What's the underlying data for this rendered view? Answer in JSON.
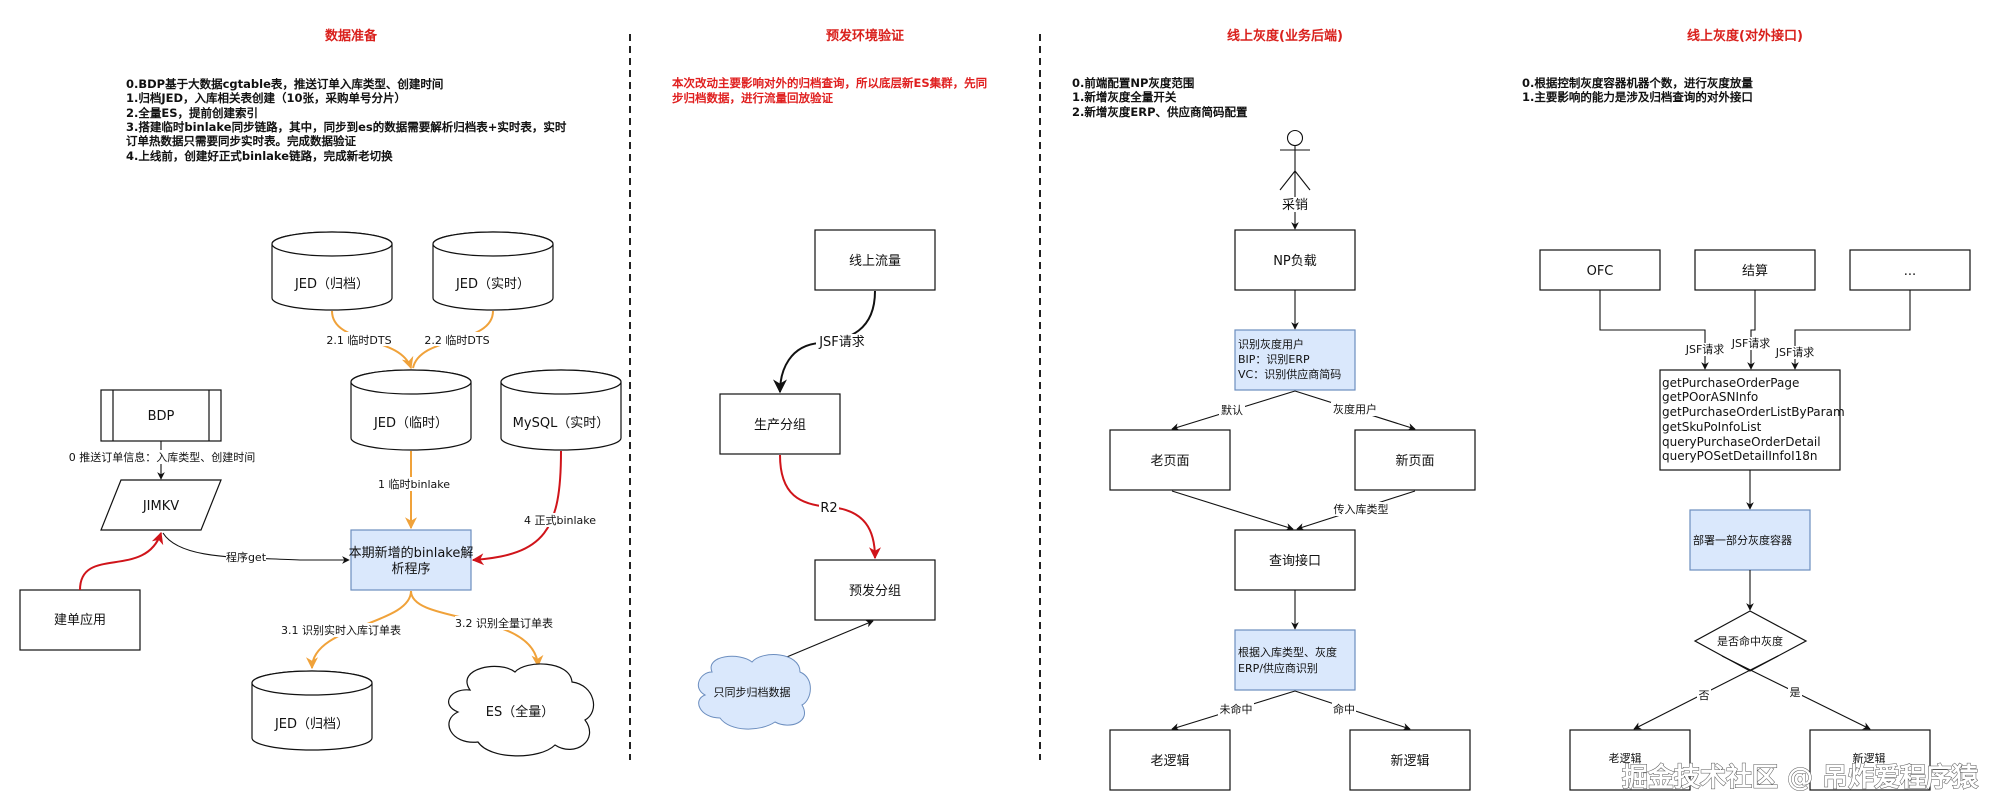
{
  "panels": [
    {
      "title": "数据准备",
      "notes": [
        "0.BDP基于大数据cgtable表，推送订单入库类型、创建时间",
        "1.归档JED，入库相关表创建（10张，采购单号分片）",
        "2.全量ES，提前创建索引",
        "3.搭建临时binlake同步链路，其中，同步到es的数据需要解析归档表+实时表，实时",
        "订单热数据只需要同步实时表。完成数据验证",
        "4.上线前，创建好正式binlake链路，完成新老切换"
      ],
      "nodes": {
        "jed_archive_top": "JED（归档）",
        "jed_realtime": "JED（实时）",
        "jed_temp": "JED（临时）",
        "mysql_realtime": "MySQL（实时）",
        "bdp": "BDP",
        "jimkv": "JIMKV",
        "create_order_app": "建单应用",
        "binlake_parser_line1": "本期新增的binlake解",
        "binlake_parser_line2": "析程序",
        "jed_archive_bottom": "JED（归档）",
        "es_full": "ES（全量）"
      },
      "edges": {
        "dts_1": "2.1 临时DTS",
        "dts_2": "2.2 临时DTS",
        "push_info": "0 推送订单信息：入库类型、创建时间",
        "temp_binlake": "1 临时binlake",
        "formal_binlake": "4 正式binlake",
        "program_get": "程序get",
        "identify_realtime": "3.1 识别实时入库订单表",
        "identify_full": "3.2 识别全量订单表"
      }
    },
    {
      "title": "预发环境验证",
      "notes": [
        "本次改动主要影响对外的归档查询，所以底层新ES集群，先同",
        "步归档数据，进行流量回放验证"
      ],
      "nodes": {
        "online_traffic": "线上流量",
        "prod_group": "生产分组",
        "pre_group": "预发分组",
        "sync_archive_cloud": "只同步归档数据"
      },
      "edges": {
        "jsf_request": "JSF请求",
        "r2": "R2"
      }
    },
    {
      "title": "线上灰度(业务后端)",
      "notes": [
        "0.前端配置NP灰度范围",
        "1.新增灰度全量开关",
        "2.新增灰度ERP、供应商简码配置"
      ],
      "actor": "采销",
      "nodes": {
        "np_load": "NP负载",
        "identify_gray_lines": [
          "识别灰度用户",
          "BIP：识别ERP",
          "VC：识别供应商简码"
        ],
        "old_page": "老页面",
        "new_page": "新页面",
        "query_api": "查询接口",
        "route_lines": [
          "根据入库类型、灰度",
          "ERP/供应商识别"
        ],
        "old_logic": "老逻辑",
        "new_logic": "新逻辑"
      },
      "edges": {
        "default": "默认",
        "gray_user": "灰度用户",
        "pass_type": "传入库类型",
        "miss": "未命中",
        "hit": "命中"
      }
    },
    {
      "title": "线上灰度(对外接口)",
      "notes": [
        "0.根据控制灰度容器机器个数，进行灰度放量",
        "1.主要影响的能力是涉及归档查询的对外接口"
      ],
      "nodes": {
        "ofc": "OFC",
        "settlement": "结算",
        "more": "...",
        "methods": [
          "getPurchaseOrderPage",
          "getPOorASNInfo",
          "getPurchaseOrderListByParam",
          "getSkuPoInfoList",
          "queryPurchaseOrderDetail",
          "queryPOSetDetailInfoI18n"
        ],
        "deploy_gray": "部署一部分灰度容器",
        "hit_gray_decision": "是否命中灰度",
        "old_logic": "老逻辑",
        "new_logic": "新逻辑"
      },
      "edges": {
        "jsf_1": "JSF请求",
        "jsf_2": "JSF请求",
        "jsf_3": "JSF请求",
        "no": "否",
        "yes": "是"
      }
    }
  ],
  "watermark": "掘金技术社区 @ 吊炸爱程序猿",
  "colors": {
    "title_red": "#d9201c",
    "orange_edge": "#f0a23a",
    "red_edge": "#d0141a",
    "blue_fill": "#dae8fc",
    "blue_stroke": "#6c8ebf"
  }
}
